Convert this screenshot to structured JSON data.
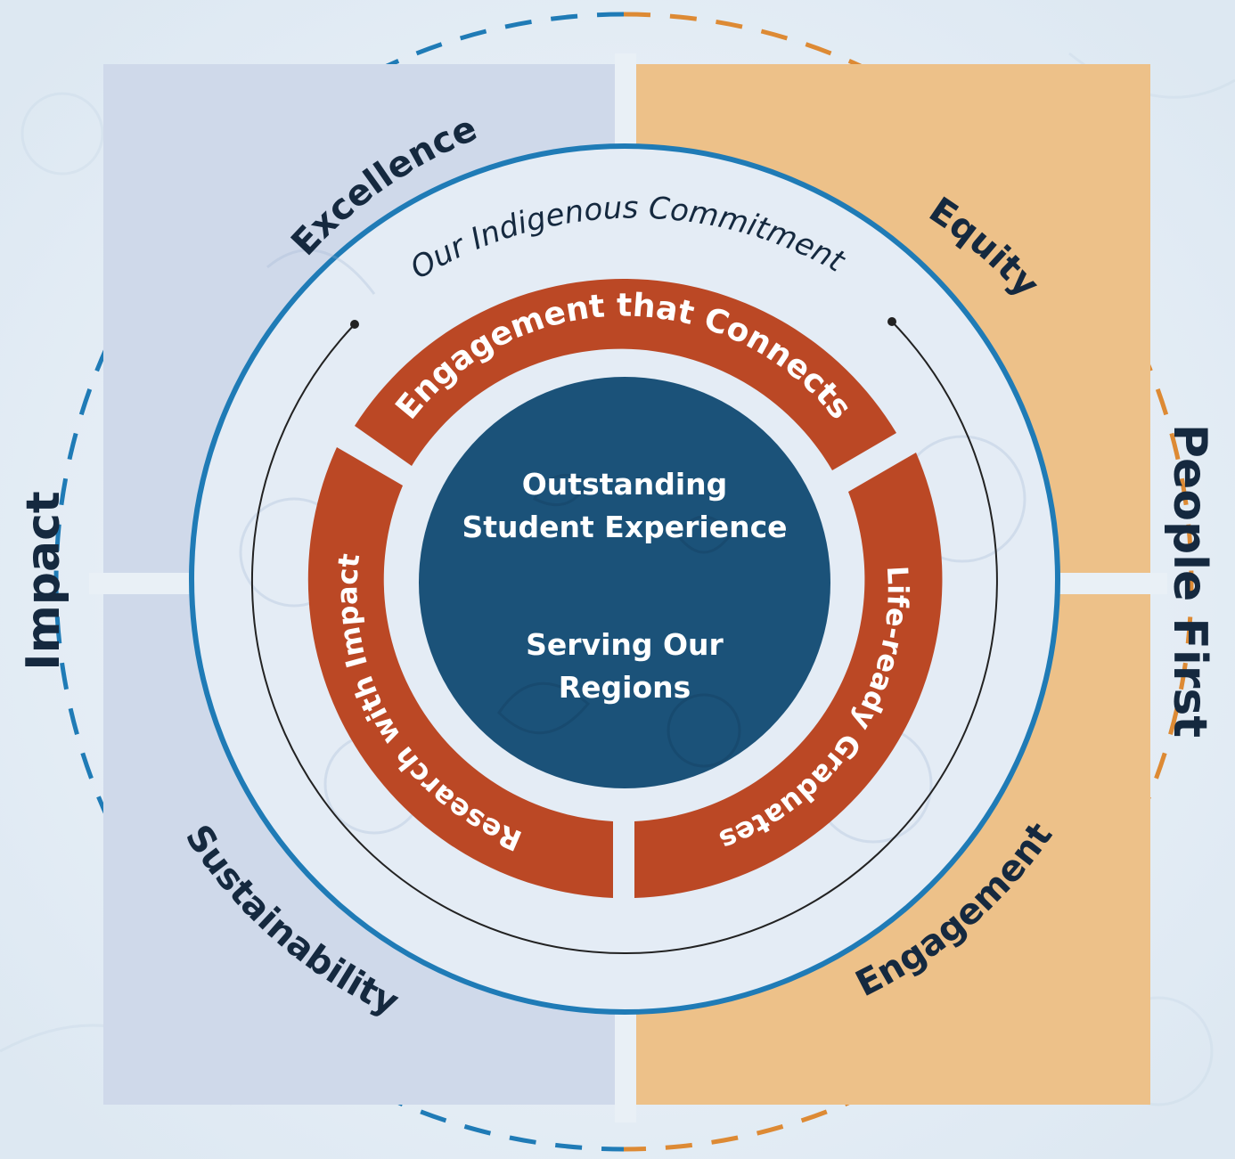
{
  "outer_labels": {
    "left": "Impact",
    "right": "People First"
  },
  "quadrants": {
    "top_left": "Excellence",
    "top_right": "Equity",
    "bottom_left": "Sustainability",
    "bottom_right": "Engagement"
  },
  "commitment_label": "Our Indigenous Commitment",
  "pillars": {
    "top": "Engagement that Connects",
    "left": "Research with Impact",
    "right": "Life-ready Graduates"
  },
  "core": {
    "line1": "Outstanding",
    "line2": "Student Experience",
    "line3": "Serving Our",
    "line4": "Regions"
  },
  "colors": {
    "blue_dark": "#1b5279",
    "blue_ring": "#1f7bb6",
    "lavender": "#cfd9ea",
    "tan": "#edc189",
    "orange": "#bb4825",
    "dash_orange": "#dd8a34",
    "text_dark": "#15293f",
    "background": "#e3ecf4"
  }
}
